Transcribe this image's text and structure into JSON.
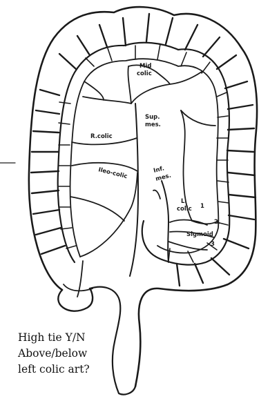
{
  "labels": {
    "mid_colic": [
      "Mid",
      "colic"
    ],
    "sup_mes": [
      "Sup.",
      "mes."
    ],
    "r_colic": "R.colic",
    "ileo_colic": "Ileo-colic",
    "inf_mes": [
      "Inf.",
      "mes."
    ],
    "l_colic": [
      "L.",
      "colic"
    ],
    "sigmoid": "Sigmoid",
    "n1": "1",
    "n2": "2.",
    "n3": "3"
  },
  "question": {
    "line1": "High tie Y/N",
    "line2": "Above/below",
    "line3": "left colic art?"
  }
}
